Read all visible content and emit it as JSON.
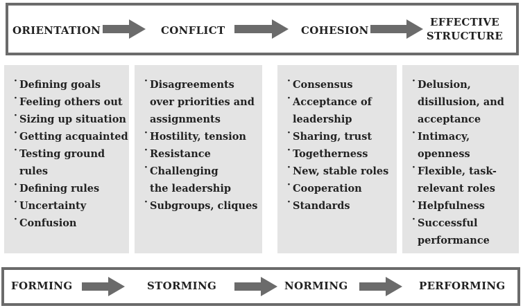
{
  "top_bar": {
    "stages": [
      "ORIENTATION",
      "CONFLICT",
      "COHESION",
      "EFFECTIVE STRUCTURE"
    ],
    "effective_line1": "EFFECTIVE",
    "effective_line2": "STRUCTURE"
  },
  "panels": [
    {
      "items": [
        "Defining goals",
        "Feeling others out",
        "Sizing up situation",
        "Getting acquainted",
        "Testing ground rules",
        "Defining rules",
        "Uncertainty",
        "Confusion"
      ]
    },
    {
      "items": [
        "Disagreements over priorities and assignments",
        "Hostility, tension",
        "Resistance",
        "Challenging the leadership",
        "Subgroups, cliques"
      ]
    },
    {
      "items": [
        "Consensus",
        "Acceptance of leadership",
        "Sharing, trust",
        "Togetherness",
        "New, stable roles",
        "Cooperation",
        "Standards"
      ]
    },
    {
      "items": [
        "Delusion, disillusion, and acceptance",
        "Intimacy, openness",
        "Flexible, task-relevant roles",
        "Helpfulness",
        "Successful performance"
      ]
    }
  ],
  "bottom_bar": {
    "stages": [
      "FORMING",
      "STORMING",
      "NORMING",
      "PERFORMING"
    ]
  },
  "colors": {
    "frame": "#6b6b6b",
    "panel": "#e4e4e4",
    "arrow": "#6b6b6b",
    "text": "#222222"
  }
}
